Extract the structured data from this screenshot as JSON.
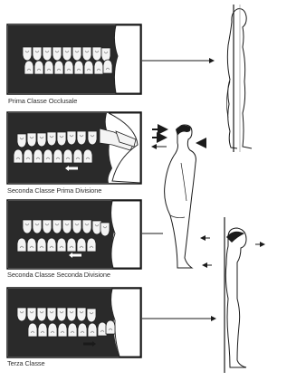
{
  "captions": {
    "class1": "Prima Classe Occlusale",
    "class2div1": "Seconda Classe Prima Divisione",
    "class2div2": "Seconda Classe Seconda Divisione",
    "class3": "Terza Classe"
  },
  "colors": {
    "ink": "#1a1a1a",
    "gums": "#2a2a2a",
    "tooth": "#f4f4f4",
    "paper": "#ffffff"
  }
}
